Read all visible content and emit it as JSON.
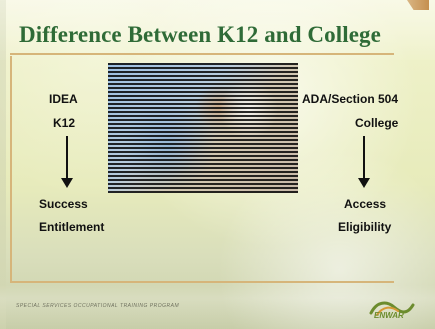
{
  "slide": {
    "title": "Difference Between K12 and College",
    "left_column": {
      "top_label": "IDEA",
      "second_label": "K12",
      "bottom_label_1": "Success",
      "bottom_label_2": "Entitlement"
    },
    "right_column": {
      "top_label": "ADA/Section 504",
      "second_label": "College",
      "bottom_label_1": "Access",
      "bottom_label_2": "Eligibility"
    },
    "footer_text": "SPECIAL SERVICES OCCUPATIONAL TRAINING PROGRAM",
    "logo_text": "ENWAR",
    "colors": {
      "title": "#2f6b37",
      "accent": "#d6b57a",
      "logo_green": "#6c8c2e",
      "logo_orange": "#d69a35"
    },
    "icons": {
      "left_arrow": "down-arrow-icon",
      "right_arrow": "down-arrow-icon",
      "logo": "enwar-logo-icon"
    }
  }
}
